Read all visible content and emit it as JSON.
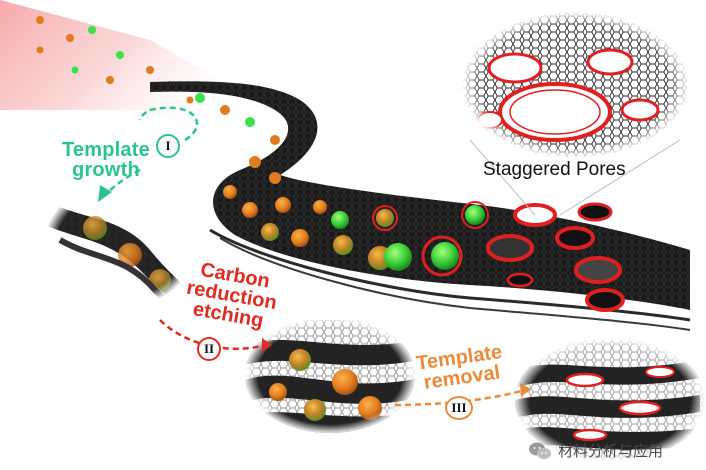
{
  "labels": {
    "template_growth": [
      "Template",
      "growth"
    ],
    "carbon_reduction": [
      "Carbon",
      "reduction",
      "etching"
    ],
    "template_removal": [
      "Template",
      "removal"
    ],
    "staggered_pores": "Staggered Pores"
  },
  "steps": {
    "step1": "I",
    "step2": "II",
    "step3": "III"
  },
  "watermark": {
    "text": "材料分析与应用",
    "icon": "wechat-icon"
  },
  "colors": {
    "green_text": "#2cc38f",
    "red_text": "#e12a22",
    "orange_text": "#e98b3a",
    "sheet": "#1a1a1a",
    "pore_ring": "#e02020",
    "template_orange": "#e07b1f",
    "template_green": "#3ce04a",
    "beam": "#f3a3a3"
  }
}
